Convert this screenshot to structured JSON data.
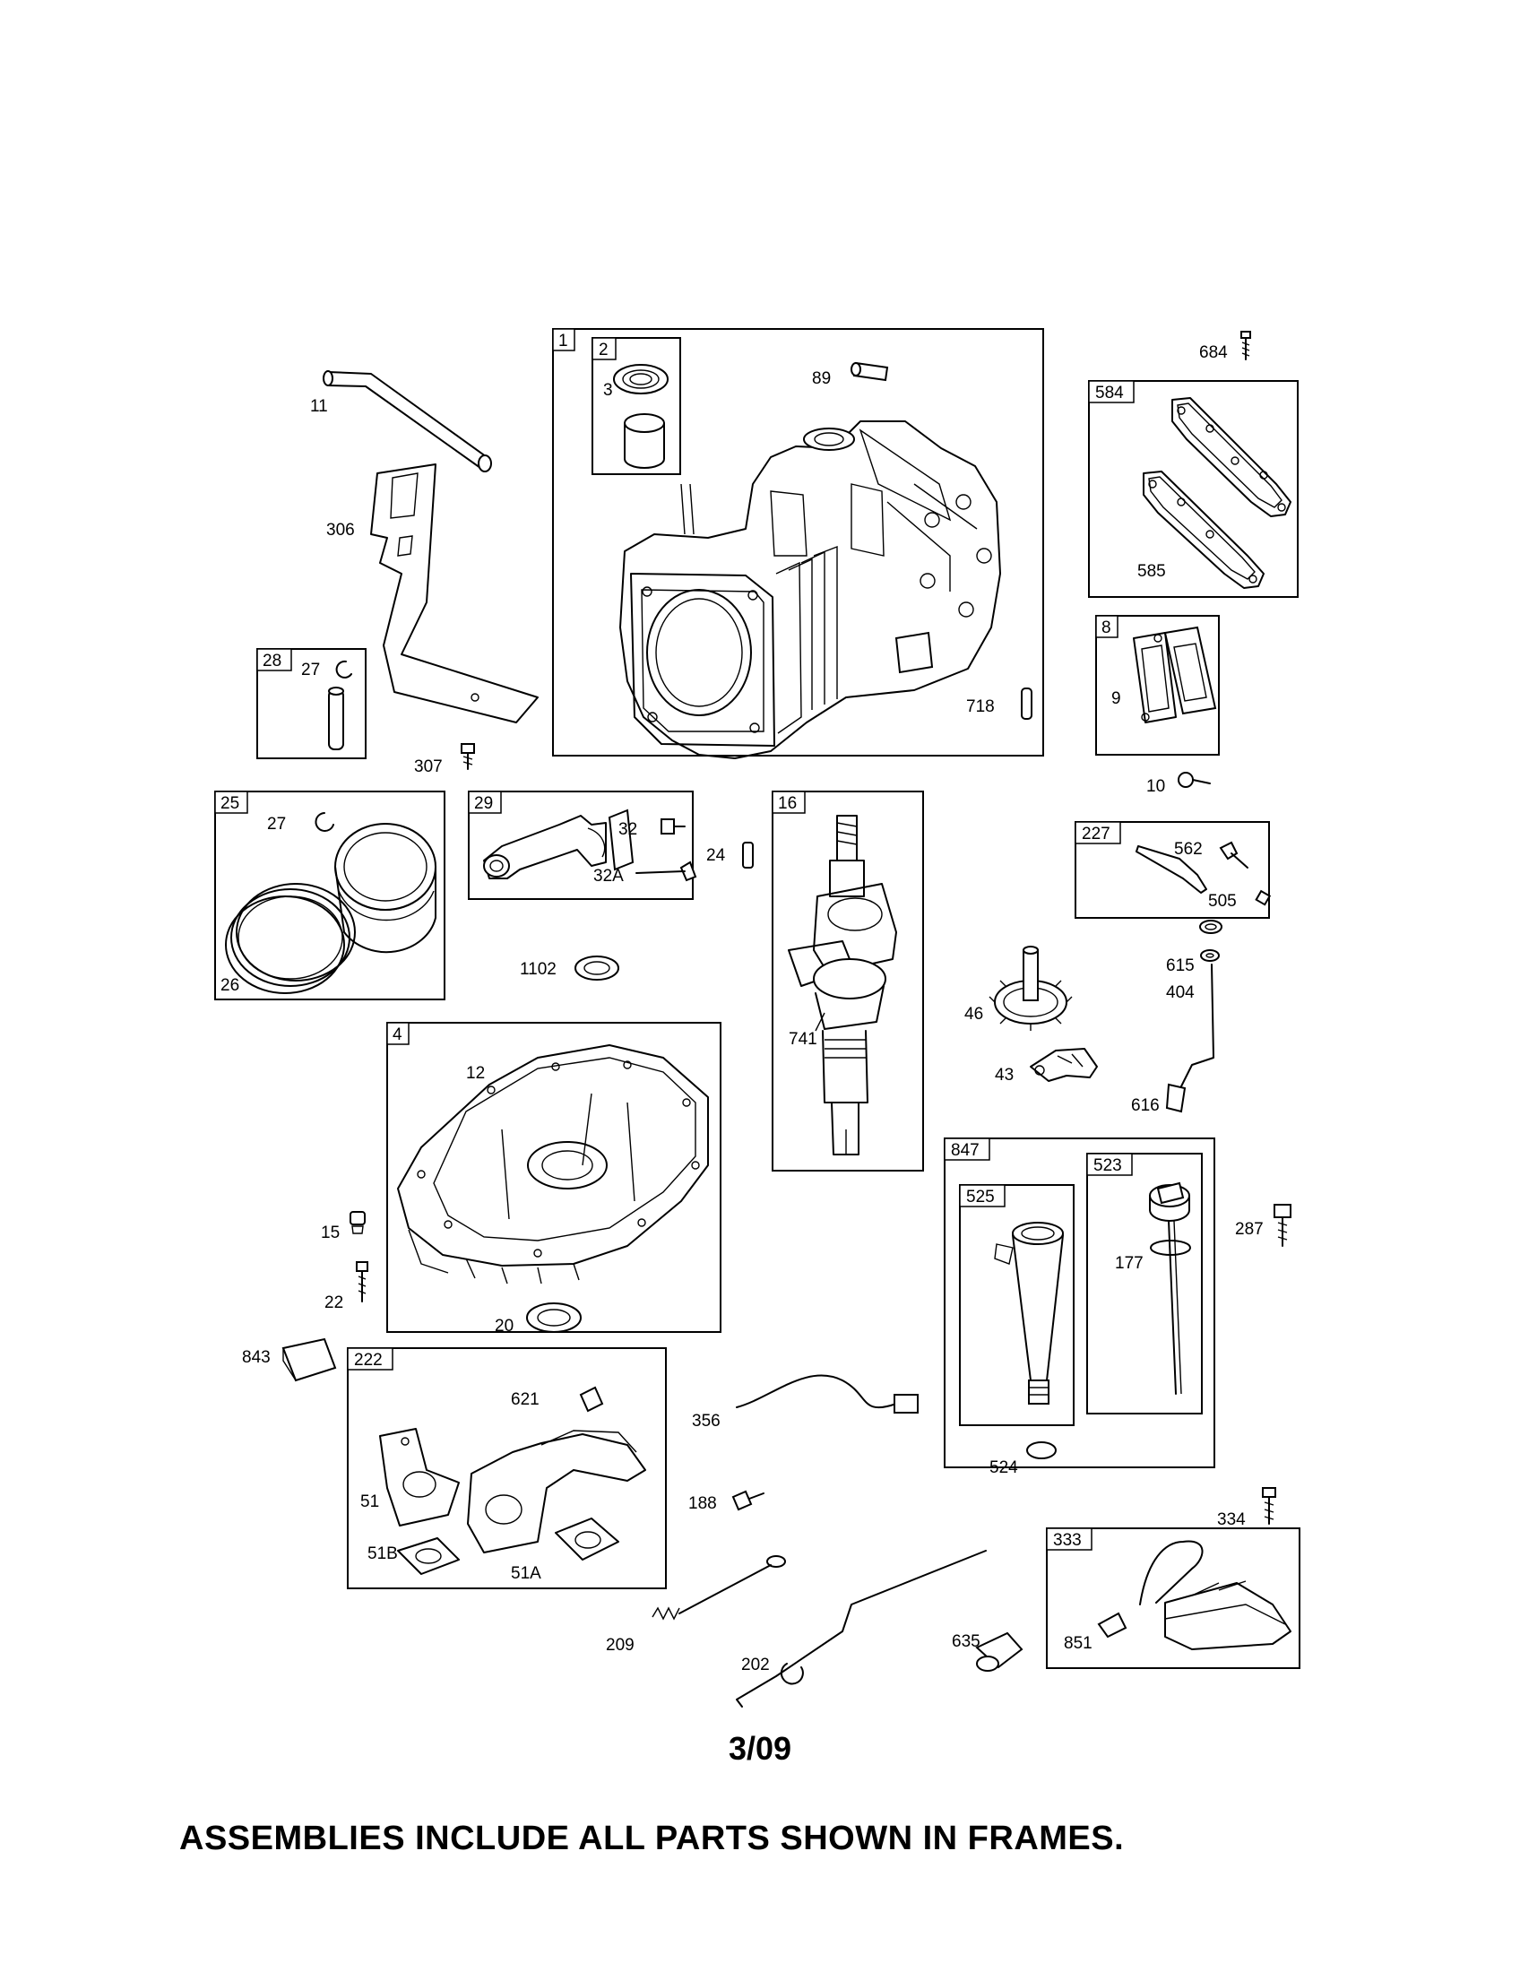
{
  "frames": {
    "f1": "1",
    "f2": "2",
    "f584": "584",
    "f8": "8",
    "f28": "28",
    "f25": "25",
    "f29": "29",
    "f16": "16",
    "f227": "227",
    "f4": "4",
    "f847": "847",
    "f525": "525",
    "f523": "523",
    "f222": "222",
    "f333": "333"
  },
  "labels": {
    "p684": "684",
    "p11": "11",
    "p3": "3",
    "p89": "89",
    "p585": "585",
    "p306": "306",
    "p27a": "27",
    "p718": "718",
    "p9": "9",
    "p307": "307",
    "p10": "10",
    "p27b": "27",
    "p32": "32",
    "p32A": "32A",
    "p24": "24",
    "p562": "562",
    "p505": "505",
    "p26": "26",
    "p1102": "1102",
    "p741": "741",
    "p615": "615",
    "p404": "404",
    "p46": "46",
    "p43": "43",
    "p616": "616",
    "p12": "12",
    "p15": "15",
    "p22": "22",
    "p20": "20",
    "p287": "287",
    "p177": "177",
    "p843": "843",
    "p621": "621",
    "p356": "356",
    "p51": "51",
    "p188": "188",
    "p524": "524",
    "p334": "334",
    "p51B": "51B",
    "p51A": "51A",
    "p209": "209",
    "p202": "202",
    "p635": "635",
    "p851": "851"
  },
  "page_number": "3/09",
  "footer_note": "ASSEMBLIES INCLUDE ALL PARTS SHOWN IN FRAMES."
}
